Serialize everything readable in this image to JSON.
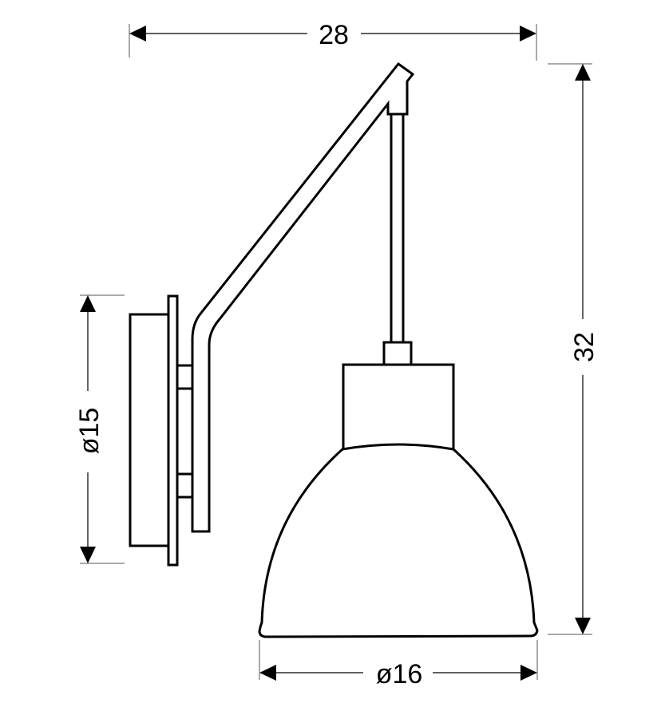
{
  "dimensions": {
    "width_label": "28",
    "height_label": "32",
    "backplate_diameter_label": "ø15",
    "shade_diameter_label": "ø16"
  }
}
